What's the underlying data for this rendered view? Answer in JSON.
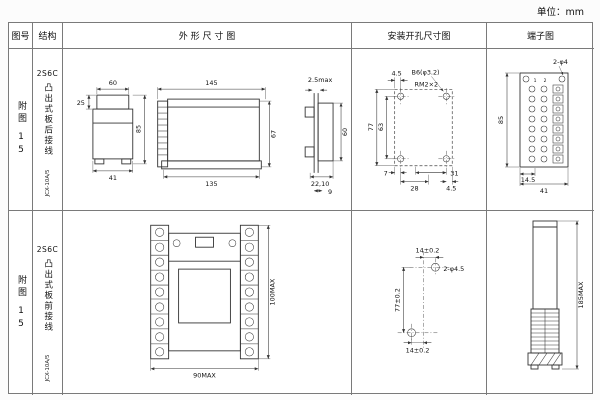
{
  "unit_label": "单位：mm",
  "headers": {
    "fig": "图号",
    "structure": "结构",
    "outline": "外 形 尺 寸 图",
    "mounting": "安装开孔尺寸图",
    "terminal": "端子图"
  },
  "rows": [
    {
      "fig_label": "附图",
      "fig_num": "15",
      "model": "2S6C",
      "structure": "凸出式板后接线",
      "code": "JCX-10A/5",
      "outline": {
        "top_w": "60",
        "front_d": "25",
        "base_d": "41",
        "h": "85",
        "flange_w": "145",
        "body_w": "135",
        "body_h": "67",
        "panel_t": "2.5max",
        "side_h": "60",
        "d1": "22,10",
        "d2": "9"
      },
      "mounting": {
        "off": "4.5",
        "hole": "B6(φ3.2)",
        "thread": "RM2×2",
        "v1": "77",
        "v2": "63",
        "b1": "7",
        "b2": "28",
        "b3": "4.5",
        "b4": "31"
      },
      "terminal": {
        "holes": "2-φ4",
        "h": "85",
        "p": "14.5",
        "w": "41",
        "n1": "1",
        "n2": "2"
      }
    },
    {
      "fig_label": "附图",
      "fig_num": "15",
      "model": "2S6C",
      "structure": "凸出式板前接线",
      "code": "JCX-10A/5",
      "outline": {
        "w": "90MAX",
        "h": "100MAX"
      },
      "mounting": {
        "top": "14±0.2",
        "hole": "2-φ4.5",
        "v": "77±0.2",
        "bottom": "14±0.2"
      },
      "terminal": {
        "h": "185MAX"
      }
    }
  ]
}
